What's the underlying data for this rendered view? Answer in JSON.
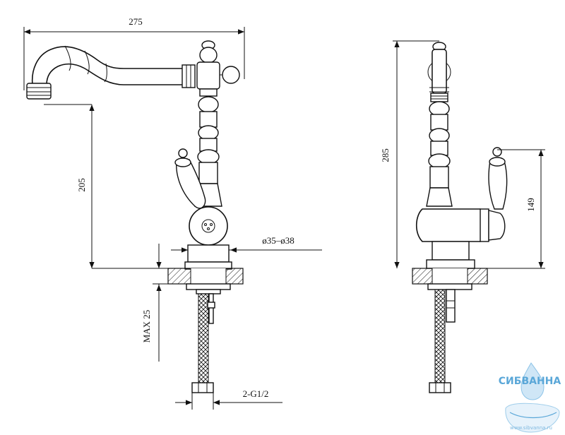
{
  "dimensions": {
    "width_total": "275",
    "height_spout": "205",
    "diameter": "ø35–ø38",
    "max_thickness": "MAX 25",
    "connection": "2-G1/2",
    "height_total": "285",
    "height_handle": "149"
  },
  "logo": {
    "name": "СИБВАННА",
    "url": "www.sibvanna.ru"
  },
  "colors": {
    "line": "#111111",
    "logo": "#5aa7d8"
  }
}
